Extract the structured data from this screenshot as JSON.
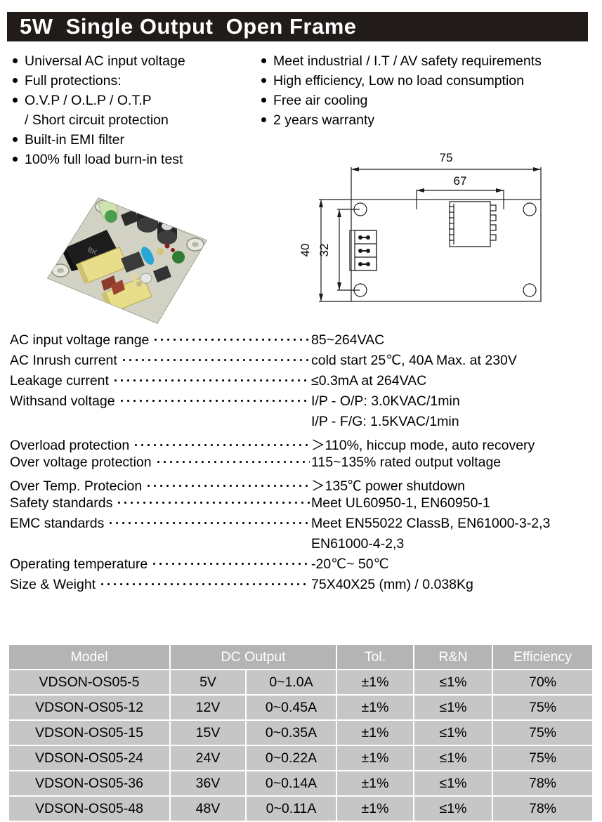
{
  "header": {
    "title": "5W  Single Output  Open Frame"
  },
  "features": {
    "left": [
      {
        "label": "Universal AC input voltage",
        "bullet": true
      },
      {
        "label": "Full protections:",
        "bullet": true
      },
      {
        "label": "O.V.P / O.L.P / O.T.P",
        "bullet": true
      },
      {
        "label": "/ Short circuit protection",
        "bullet": false
      },
      {
        "label": "Built-in EMI filter",
        "bullet": true
      },
      {
        "label": "100% full load burn-in test",
        "bullet": true
      }
    ],
    "right": [
      {
        "label": "Meet industrial / I.T / AV safety requirements",
        "bullet": true
      },
      {
        "label": "High efficiency, Low no load consumption",
        "bullet": true
      },
      {
        "label": "Free air cooling",
        "bullet": true
      },
      {
        "label": "2 years warranty",
        "bullet": true
      }
    ]
  },
  "drawing": {
    "dimension_width_overall": "75",
    "dimension_width_holes": "67",
    "dimension_height_overall": "40",
    "dimension_height_holes": "32",
    "units_note": ""
  },
  "specs": [
    {
      "name": "AC input voltage range",
      "value": "85~264VAC",
      "continued": false
    },
    {
      "name": "AC Inrush current",
      "value": "cold start 25℃,  40A  Max. at  230V",
      "continued": false
    },
    {
      "name": "Leakage current",
      "value": "≤0.3mA at 264VAC",
      "continued": false
    },
    {
      "name": "Withsand voltage",
      "value": "I/P - O/P: 3.0KVAC/1min",
      "continued": false
    },
    {
      "name": "",
      "value": "I/P - F/G: 1.5KVAC/1min",
      "continued": true
    },
    {
      "name": "Overload protection",
      "value": "＞110%, hiccup mode, auto recovery",
      "continued": false
    },
    {
      "name": "Over voltage protection",
      "value": "115~135% rated output voltage",
      "continued": false
    },
    {
      "name": "Over Temp. Protecion",
      "value": "＞135℃ power shutdown",
      "continued": false
    },
    {
      "name": "Safety standards",
      "value": "Meet UL60950-1, EN60950-1",
      "continued": false
    },
    {
      "name": "EMC standards",
      "value": "Meet EN55022 ClassB, EN61000-3-2,3",
      "continued": false
    },
    {
      "name": "",
      "value": "EN61000-4-2,3",
      "continued": true
    },
    {
      "name": "Operating temperature",
      "value": "-20℃~ 50℃",
      "continued": false
    },
    {
      "name": "Size & Weight",
      "value": "75X40X25 (mm)  /  0.038Kg",
      "continued": false
    }
  ],
  "model_table": {
    "headers": {
      "model": "Model",
      "dc_output": "DC Output",
      "tol": "Tol.",
      "rn": "R&N",
      "efficiency": "Efficiency"
    },
    "rows": [
      {
        "model": "VDSON-OS05-5",
        "voltage": "5V",
        "current": "0~1.0A",
        "tol": "±1%",
        "rn": "≤1%",
        "efficiency": "70%"
      },
      {
        "model": "VDSON-OS05-12",
        "voltage": "12V",
        "current": "0~0.45A",
        "tol": "±1%",
        "rn": "≤1%",
        "efficiency": "75%"
      },
      {
        "model": "VDSON-OS05-15",
        "voltage": "15V",
        "current": "0~0.35A",
        "tol": "±1%",
        "rn": "≤1%",
        "efficiency": "75%"
      },
      {
        "model": "VDSON-OS05-24",
        "voltage": "24V",
        "current": "0~0.22A",
        "tol": "±1%",
        "rn": "≤1%",
        "efficiency": "75%"
      },
      {
        "model": "VDSON-OS05-36",
        "voltage": "36V",
        "current": "0~0.14A",
        "tol": "±1%",
        "rn": "≤1%",
        "efficiency": "78%"
      },
      {
        "model": "VDSON-OS05-48",
        "voltage": "48V",
        "current": "0~0.11A",
        "tol": "±1%",
        "rn": "≤1%",
        "efficiency": "78%"
      }
    ]
  },
  "colors": {
    "title_bar": "#211c19",
    "table_header_bg": "#b4b4b4",
    "table_cell_bg": "#c6c6c6",
    "text": "#000000"
  }
}
